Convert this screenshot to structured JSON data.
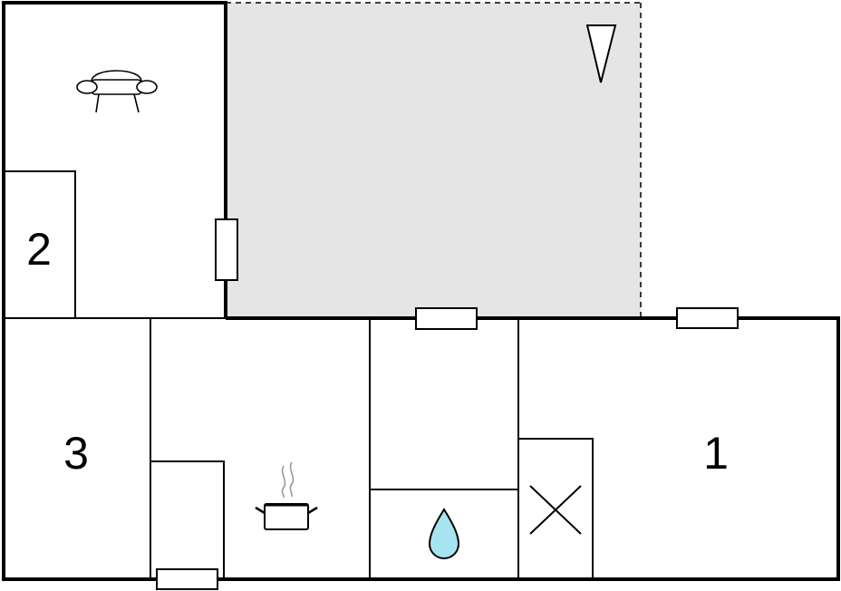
{
  "floorplan": {
    "rooms": [
      {
        "id": "room-1",
        "label": "1",
        "fixture": "wardrobe-cross-icon"
      },
      {
        "id": "room-2",
        "label": "2"
      },
      {
        "id": "room-3",
        "label": "3"
      }
    ],
    "symbols": {
      "living": "sofa-icon",
      "kitchen": "cooking-pot-icon",
      "bathroom": "water-drop-icon",
      "north": "north-arrow-icon",
      "terrace": "terrace-area"
    },
    "colors": {
      "wall": "#000000",
      "terrace_fill": "#e5e5e5",
      "water": "#a6e5ef",
      "steam": "#999999",
      "background": "#ffffff"
    }
  }
}
